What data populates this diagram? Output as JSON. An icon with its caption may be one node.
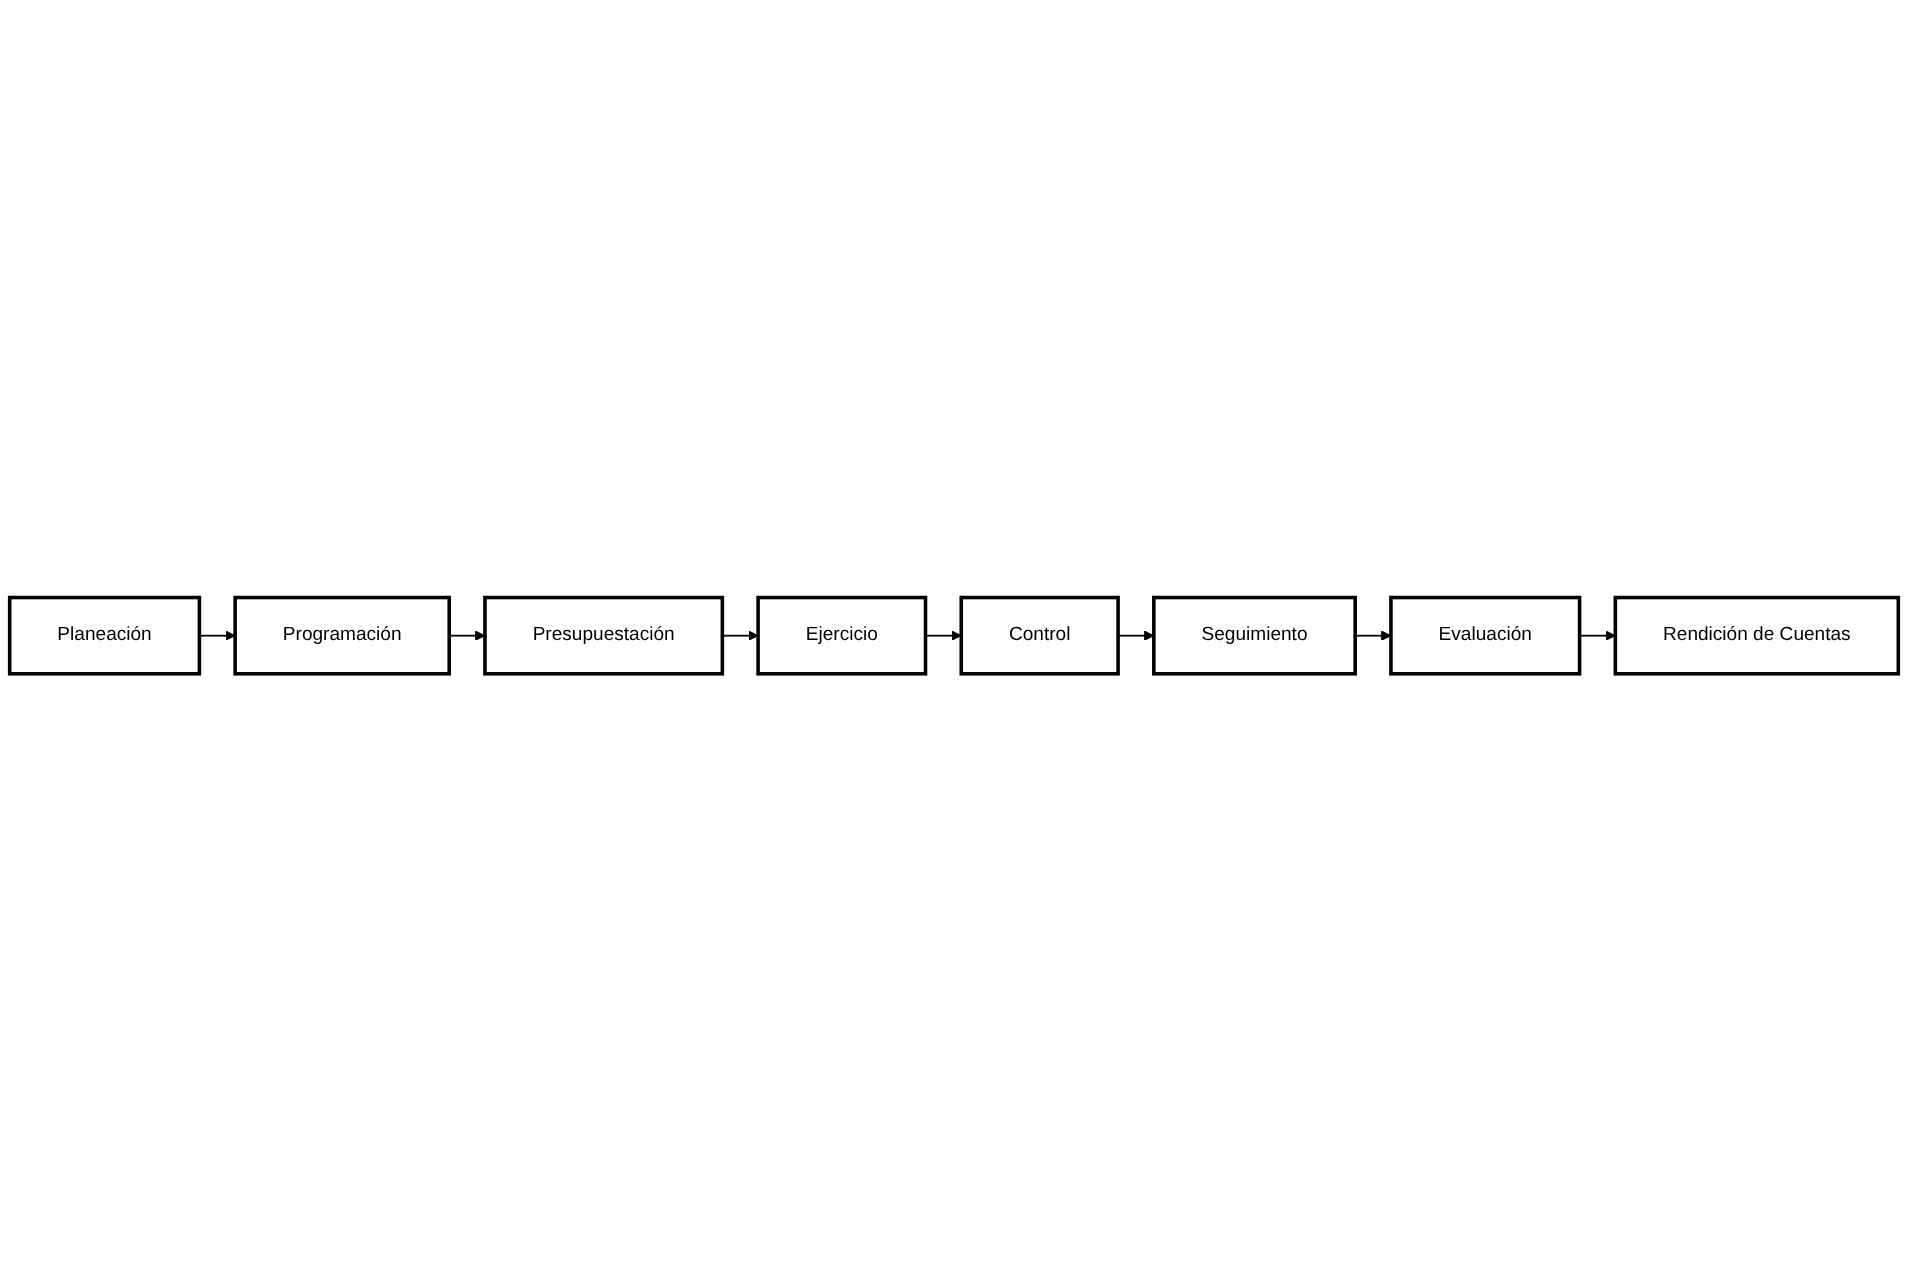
{
  "diagram": {
    "nodes": [
      {
        "text": [
          "Planeación"
        ]
      },
      {
        "text": [
          "Programación"
        ]
      },
      {
        "text": [
          "Presupuestación"
        ]
      },
      {
        "text": [
          "Ejercicio"
        ]
      },
      {
        "text": [
          "Control"
        ]
      },
      {
        "text": [
          "Seguimiento"
        ]
      },
      {
        "text": [
          "Evaluación"
        ]
      },
      {
        "text": [
          "Rendición de Cuentas"
        ]
      }
    ],
    "edges": [
      {
        "from": 0,
        "to": 1,
        "arrow": "to"
      },
      {
        "from": 1,
        "to": 2,
        "arrow": "to"
      },
      {
        "from": 2,
        "to": 3,
        "arrow": "to"
      },
      {
        "from": 3,
        "to": 4,
        "arrow": "to"
      },
      {
        "from": 4,
        "to": 5,
        "arrow": "to"
      },
      {
        "from": 5,
        "to": 6,
        "arrow": "to"
      },
      {
        "from": 6,
        "to": 7,
        "arrow": "to"
      }
    ]
  }
}
